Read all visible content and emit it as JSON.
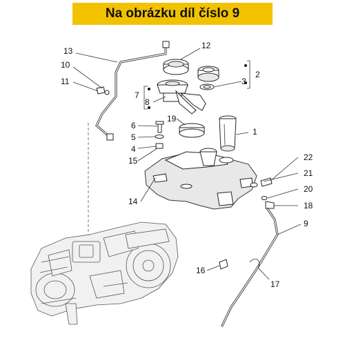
{
  "banner": {
    "title": "Na obrázku díl číslo 9",
    "background": "#f2c200"
  },
  "callouts": {
    "c1": "1",
    "c2": "2",
    "c3": "3",
    "c4": "4",
    "c5": "5",
    "c6": "6",
    "c7": "7",
    "c8": "8",
    "c9": "9",
    "c10": "10",
    "c11": "11",
    "c12": "12",
    "c13": "13",
    "c14": "14",
    "c15": "15",
    "c16": "16",
    "c17": "17",
    "c18": "18",
    "c19": "19",
    "c20": "20",
    "c21": "21",
    "c22": "22"
  }
}
